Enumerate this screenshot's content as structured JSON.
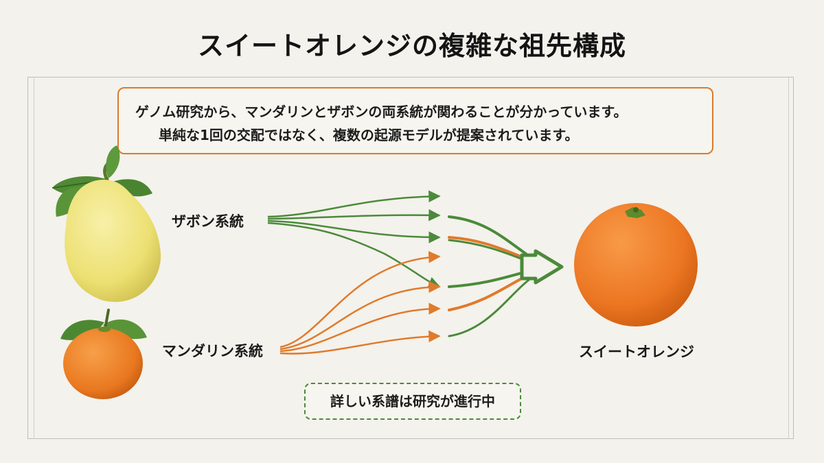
{
  "title": "スイートオレンジの複雑な祖先構成",
  "intro": {
    "line1": "ゲノム研究から、マンダリンとザボンの両系統が関わることが分かっています。",
    "line2": "単純な1回の交配ではなく、複数の起源モデルが提案されています。"
  },
  "labels": {
    "pomelo": "ザボン系統",
    "mandarin": "マンダリン系統",
    "orange": "スイートオレンジ"
  },
  "note": "詳しい系譜は研究が進行中",
  "colors": {
    "green": "#4b8a3a",
    "orange": "#e07a2c",
    "pomelo": "#efe07a",
    "sweet_orange": "#ee7a22"
  },
  "icons": [
    "pomelo-fruit-icon",
    "mandarin-fruit-icon",
    "sweet-orange-fruit-icon"
  ]
}
